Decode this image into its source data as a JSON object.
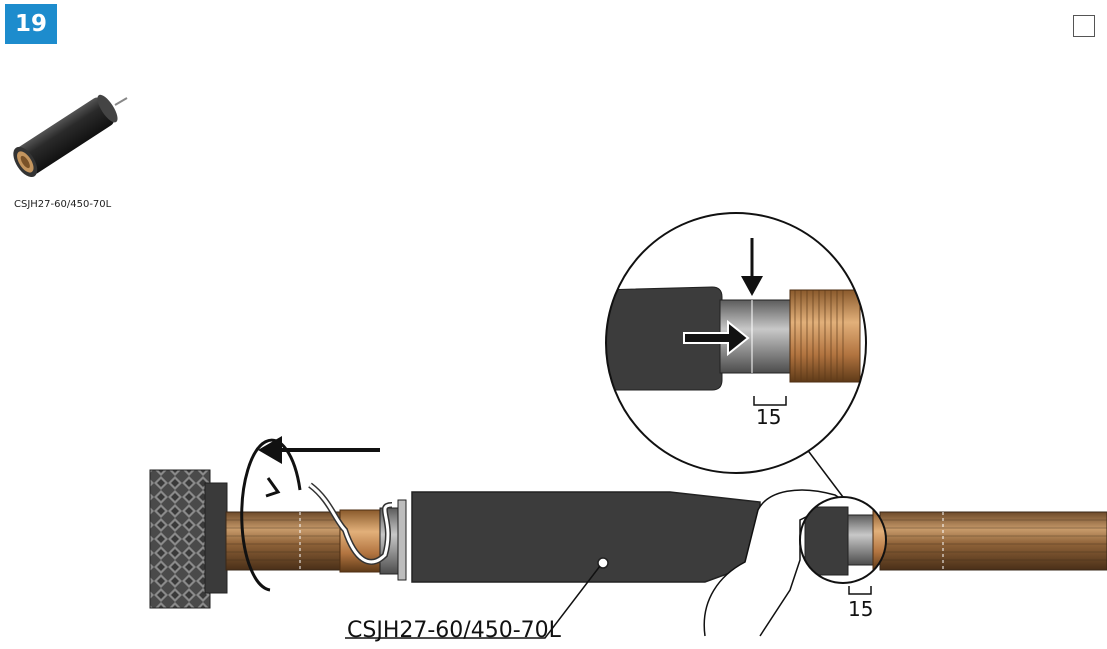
{
  "step": {
    "number": "19"
  },
  "part": {
    "caption": "CSJH27-60/450-70L"
  },
  "callout": {
    "label": "CSJH27-60/450-70L"
  },
  "dimensions": {
    "zoom_gap": "15",
    "main_gap": "15"
  },
  "colors": {
    "badge": "#1d8ccd",
    "sleeve": "#3b3b3b",
    "copper": "#b9824e",
    "metal": "#9a9a9a"
  }
}
